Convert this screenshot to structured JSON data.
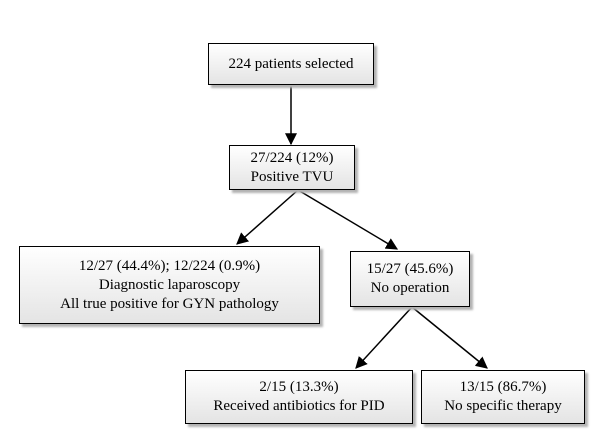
{
  "flowchart": {
    "selected": {
      "line1": "224 patients selected"
    },
    "positive": {
      "line1": "27/224 (12%)",
      "line2": "Positive TVU"
    },
    "laparoscopy": {
      "line1": "12/27 (44.4%); 12/224 (0.9%)",
      "line2": "Diagnostic laparoscopy",
      "line3": "All true positive for GYN pathology"
    },
    "no_operation": {
      "line1": "15/27 (45.6%)",
      "line2": "No operation"
    },
    "antibiotics": {
      "line1": "2/15 (13.3%)",
      "line2": "Received antibiotics for PID"
    },
    "no_therapy": {
      "line1": "13/15 (86.7%)",
      "line2": "No specific therapy"
    }
  }
}
